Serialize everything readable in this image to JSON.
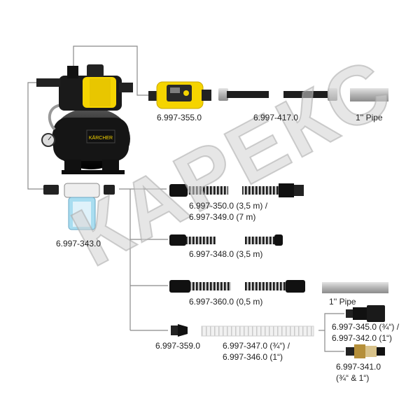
{
  "labels": {
    "controller": "6.997-355.0",
    "braided_hose": "6.997-417.0",
    "pipe_top": "1'' Pipe",
    "filter": "6.997-343.0",
    "suction_hose_line1": "6.997-350.0 (3,5 m) /",
    "suction_hose_line2": "6.997-349.0 (7 m)",
    "suction_hose_short": "6.997-348.0 (3,5 m)",
    "suction_hose_05": "6.997-360.0 (0,5 m)",
    "pipe_mid": "1'' Pipe",
    "valve": "6.997-359.0",
    "spiral_line1": "6.997-347.0 (¾“) /",
    "spiral_line2": "6.997-346.0 (1“)",
    "filter_line1": "6.997-345.0 (¾“) /",
    "filter_line2": "6.997-342.0 (1“)",
    "brass_line1": "6.997-341.0",
    "brass_line2": "(¾“ & 1“)"
  },
  "watermark": "КАРЕКС",
  "brand_logo": "KÄRCHER",
  "colors": {
    "accent_yellow": "#f5d400",
    "pump_black": "#1b1b1b",
    "line_gray": "#8a8a8a",
    "steel": "#b8b8b8"
  }
}
